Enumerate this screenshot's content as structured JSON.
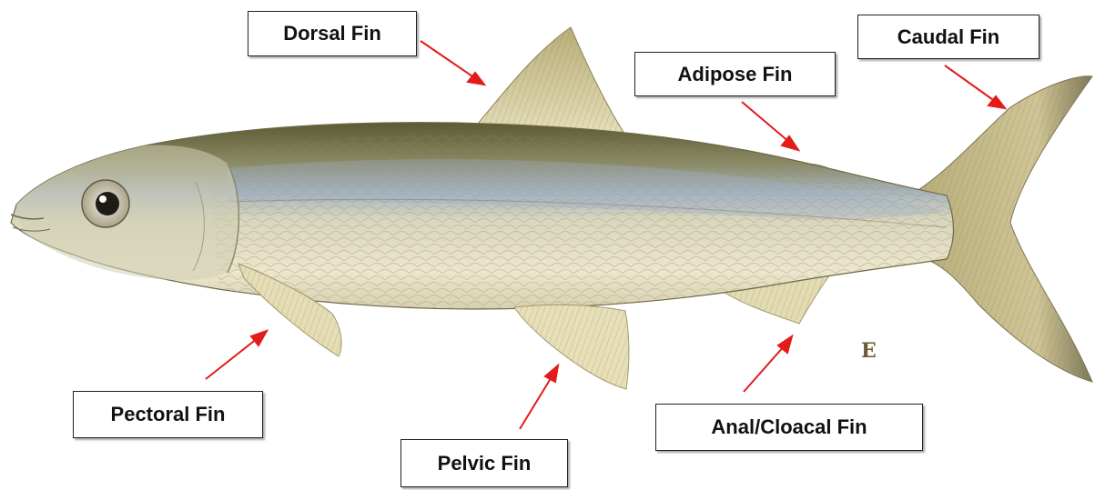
{
  "labels": {
    "dorsal": "Dorsal Fin",
    "caudal": "Caudal Fin",
    "adipose": "Adipose Fin",
    "pectoral": "Pectoral Fin",
    "pelvic": "Pelvic Fin",
    "anal": "Anal/Cloacal Fin"
  },
  "signature": "E",
  "colors": {
    "arrow": "#e31b1b",
    "body_back": "#6f6a3c",
    "body_belly": "#ece6cb",
    "fin": "#d8cfa0"
  }
}
